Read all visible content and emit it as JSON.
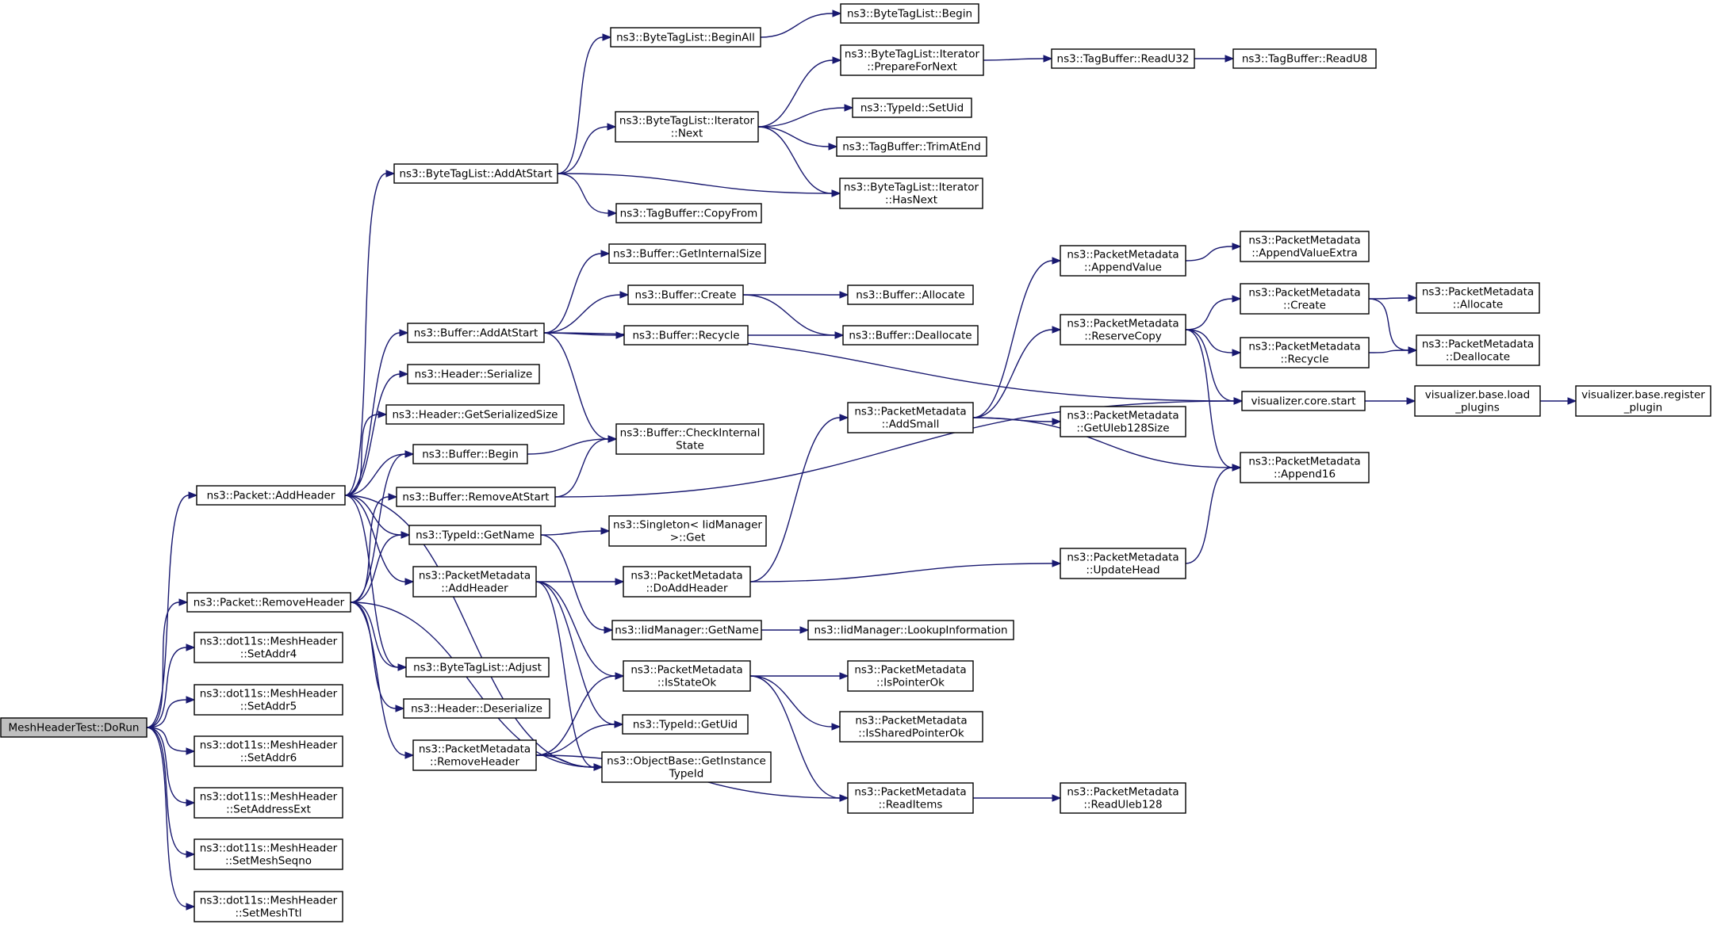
{
  "colors": {
    "edge": "#191970",
    "node_fill": "#ffffff",
    "root_fill": "#bfbfbf",
    "border": "#000000"
  },
  "nodes": [
    {
      "id": "dorun",
      "lines": [
        "MeshHeaderTest::DoRun"
      ],
      "root": true
    },
    {
      "id": "addheader",
      "lines": [
        "ns3::Packet::AddHeader"
      ]
    },
    {
      "id": "removeheader",
      "lines": [
        "ns3::Packet::RemoveHeader"
      ]
    },
    {
      "id": "setaddr4",
      "lines": [
        "ns3::dot11s::MeshHeader",
        "::SetAddr4"
      ]
    },
    {
      "id": "setaddr5",
      "lines": [
        "ns3::dot11s::MeshHeader",
        "::SetAddr5"
      ]
    },
    {
      "id": "setaddr6",
      "lines": [
        "ns3::dot11s::MeshHeader",
        "::SetAddr6"
      ]
    },
    {
      "id": "setaddressext",
      "lines": [
        "ns3::dot11s::MeshHeader",
        "::SetAddressExt"
      ]
    },
    {
      "id": "setmeshseqno",
      "lines": [
        "ns3::dot11s::MeshHeader",
        "::SetMeshSeqno"
      ]
    },
    {
      "id": "setmeshttl",
      "lines": [
        "ns3::dot11s::MeshHeader",
        "::SetMeshTtl"
      ]
    },
    {
      "id": "btl_addatstart",
      "lines": [
        "ns3::ByteTagList::AddAtStart"
      ]
    },
    {
      "id": "buf_addatstart",
      "lines": [
        "ns3::Buffer::AddAtStart"
      ]
    },
    {
      "id": "hdr_serialize",
      "lines": [
        "ns3::Header::Serialize"
      ]
    },
    {
      "id": "hdr_getsersize",
      "lines": [
        "ns3::Header::GetSerializedSize"
      ]
    },
    {
      "id": "buf_begin",
      "lines": [
        "ns3::Buffer::Begin"
      ]
    },
    {
      "id": "buf_removeatstart",
      "lines": [
        "ns3::Buffer::RemoveAtStart"
      ]
    },
    {
      "id": "typeid_getname",
      "lines": [
        "ns3::TypeId::GetName"
      ]
    },
    {
      "id": "pm_addheader",
      "lines": [
        "ns3::PacketMetadata",
        "::AddHeader"
      ]
    },
    {
      "id": "btl_adjust",
      "lines": [
        "ns3::ByteTagList::Adjust"
      ]
    },
    {
      "id": "hdr_deserialize",
      "lines": [
        "ns3::Header::Deserialize"
      ]
    },
    {
      "id": "pm_removeheader",
      "lines": [
        "ns3::PacketMetadata",
        "::RemoveHeader"
      ]
    },
    {
      "id": "btl_beginall",
      "lines": [
        "ns3::ByteTagList::BeginAll"
      ]
    },
    {
      "id": "btli_next",
      "lines": [
        "ns3::ByteTagList::Iterator",
        "::Next"
      ]
    },
    {
      "id": "tb_copyfrom",
      "lines": [
        "ns3::TagBuffer::CopyFrom"
      ]
    },
    {
      "id": "buf_getinternalsize",
      "lines": [
        "ns3::Buffer::GetInternalSize"
      ]
    },
    {
      "id": "buf_create",
      "lines": [
        "ns3::Buffer::Create"
      ]
    },
    {
      "id": "buf_recycle",
      "lines": [
        "ns3::Buffer::Recycle"
      ]
    },
    {
      "id": "buf_checkinternal",
      "lines": [
        "ns3::Buffer::CheckInternal",
        "State"
      ]
    },
    {
      "id": "singleton_get",
      "lines": [
        "ns3::Singleton< IidManager",
        ">::Get"
      ]
    },
    {
      "id": "pm_doaddheader",
      "lines": [
        "ns3::PacketMetadata",
        "::DoAddHeader"
      ]
    },
    {
      "id": "iid_getname",
      "lines": [
        "ns3::IidManager::GetName"
      ]
    },
    {
      "id": "pm_isstateok",
      "lines": [
        "ns3::PacketMetadata",
        "::IsStateOk"
      ]
    },
    {
      "id": "typeid_getuid",
      "lines": [
        "ns3::TypeId::GetUid"
      ]
    },
    {
      "id": "ob_getinstancetypeid",
      "lines": [
        "ns3::ObjectBase::GetInstance",
        "TypeId"
      ]
    },
    {
      "id": "btl_begin",
      "lines": [
        "ns3::ByteTagList::Begin"
      ]
    },
    {
      "id": "btli_preparefornext",
      "lines": [
        "ns3::ByteTagList::Iterator",
        "::PrepareForNext"
      ]
    },
    {
      "id": "typeid_setuid",
      "lines": [
        "ns3::TypeId::SetUid"
      ]
    },
    {
      "id": "tb_trimatend",
      "lines": [
        "ns3::TagBuffer::TrimAtEnd"
      ]
    },
    {
      "id": "btli_hasnext",
      "lines": [
        "ns3::ByteTagList::Iterator",
        "::HasNext"
      ]
    },
    {
      "id": "buf_allocate",
      "lines": [
        "ns3::Buffer::Allocate"
      ]
    },
    {
      "id": "buf_deallocate",
      "lines": [
        "ns3::Buffer::Deallocate"
      ]
    },
    {
      "id": "pm_addsmall",
      "lines": [
        "ns3::PacketMetadata",
        "::AddSmall"
      ]
    },
    {
      "id": "iid_lookupinfo",
      "lines": [
        "ns3::IidManager::LookupInformation"
      ]
    },
    {
      "id": "pm_ispointerok",
      "lines": [
        "ns3::PacketMetadata",
        "::IsPointerOk"
      ]
    },
    {
      "id": "pm_issharedpointerok",
      "lines": [
        "ns3::PacketMetadata",
        "::IsSharedPointerOk"
      ]
    },
    {
      "id": "pm_readitems",
      "lines": [
        "ns3::PacketMetadata",
        "::ReadItems"
      ]
    },
    {
      "id": "tb_readu32",
      "lines": [
        "ns3::TagBuffer::ReadU32"
      ]
    },
    {
      "id": "pm_appendvalue",
      "lines": [
        "ns3::PacketMetadata",
        "::AppendValue"
      ]
    },
    {
      "id": "pm_reservecopy",
      "lines": [
        "ns3::PacketMetadata",
        "::ReserveCopy"
      ]
    },
    {
      "id": "pm_getuleb128size",
      "lines": [
        "ns3::PacketMetadata",
        "::GetUleb128Size"
      ]
    },
    {
      "id": "pm_updatehead",
      "lines": [
        "ns3::PacketMetadata",
        "::UpdateHead"
      ]
    },
    {
      "id": "pm_readuleb128",
      "lines": [
        "ns3::PacketMetadata",
        "::ReadUleb128"
      ]
    },
    {
      "id": "tb_readu8",
      "lines": [
        "ns3::TagBuffer::ReadU8"
      ]
    },
    {
      "id": "pm_appendvalueextra",
      "lines": [
        "ns3::PacketMetadata",
        "::AppendValueExtra"
      ]
    },
    {
      "id": "pm_create",
      "lines": [
        "ns3::PacketMetadata",
        "::Create"
      ]
    },
    {
      "id": "pm_recycle",
      "lines": [
        "ns3::PacketMetadata",
        "::Recycle"
      ]
    },
    {
      "id": "viz_core_start",
      "lines": [
        "visualizer.core.start"
      ]
    },
    {
      "id": "pm_append16",
      "lines": [
        "ns3::PacketMetadata",
        "::Append16"
      ]
    },
    {
      "id": "pm_allocate",
      "lines": [
        "ns3::PacketMetadata",
        "::Allocate"
      ]
    },
    {
      "id": "pm_deallocate",
      "lines": [
        "ns3::PacketMetadata",
        "::Deallocate"
      ]
    },
    {
      "id": "viz_load_plugins",
      "lines": [
        "visualizer.base.load",
        "_plugins"
      ]
    },
    {
      "id": "viz_register_plugin",
      "lines": [
        "visualizer.base.register",
        "_plugin"
      ]
    }
  ],
  "edges": [
    [
      "dorun",
      "addheader"
    ],
    [
      "dorun",
      "removeheader"
    ],
    [
      "dorun",
      "setaddr4"
    ],
    [
      "dorun",
      "setaddr5"
    ],
    [
      "dorun",
      "setaddr6"
    ],
    [
      "dorun",
      "setaddressext"
    ],
    [
      "dorun",
      "setmeshseqno"
    ],
    [
      "dorun",
      "setmeshttl"
    ],
    [
      "addheader",
      "btl_addatstart"
    ],
    [
      "addheader",
      "buf_addatstart"
    ],
    [
      "addheader",
      "hdr_serialize"
    ],
    [
      "addheader",
      "hdr_getsersize"
    ],
    [
      "addheader",
      "buf_begin"
    ],
    [
      "addheader",
      "typeid_getname"
    ],
    [
      "addheader",
      "pm_addheader"
    ],
    [
      "addheader",
      "btl_adjust"
    ],
    [
      "addheader",
      "ob_getinstancetypeid"
    ],
    [
      "removeheader",
      "buf_begin"
    ],
    [
      "removeheader",
      "buf_removeatstart"
    ],
    [
      "removeheader",
      "typeid_getname"
    ],
    [
      "removeheader",
      "btl_adjust"
    ],
    [
      "removeheader",
      "hdr_deserialize"
    ],
    [
      "removeheader",
      "pm_removeheader"
    ],
    [
      "removeheader",
      "ob_getinstancetypeid"
    ],
    [
      "btl_addatstart",
      "btl_beginall"
    ],
    [
      "btl_addatstart",
      "btli_next"
    ],
    [
      "btl_addatstart",
      "tb_copyfrom"
    ],
    [
      "btl_addatstart",
      "btli_hasnext"
    ],
    [
      "btl_beginall",
      "btl_begin"
    ],
    [
      "btli_next",
      "btli_preparefornext"
    ],
    [
      "btli_next",
      "typeid_setuid"
    ],
    [
      "btli_next",
      "tb_trimatend"
    ],
    [
      "btli_next",
      "btli_hasnext"
    ],
    [
      "btli_preparefornext",
      "tb_readu32"
    ],
    [
      "tb_readu32",
      "tb_readu8"
    ],
    [
      "buf_addatstart",
      "buf_getinternalsize"
    ],
    [
      "buf_addatstart",
      "buf_create"
    ],
    [
      "buf_addatstart",
      "buf_recycle"
    ],
    [
      "buf_addatstart",
      "buf_checkinternal"
    ],
    [
      "buf_addatstart",
      "viz_core_start"
    ],
    [
      "buf_create",
      "buf_allocate"
    ],
    [
      "buf_create",
      "buf_deallocate"
    ],
    [
      "buf_recycle",
      "buf_deallocate"
    ],
    [
      "buf_begin",
      "buf_checkinternal"
    ],
    [
      "buf_removeatstart",
      "buf_checkinternal"
    ],
    [
      "buf_removeatstart",
      "viz_core_start"
    ],
    [
      "typeid_getname",
      "singleton_get"
    ],
    [
      "typeid_getname",
      "iid_getname"
    ],
    [
      "pm_addheader",
      "pm_doaddheader"
    ],
    [
      "pm_addheader",
      "pm_isstateok"
    ],
    [
      "pm_addheader",
      "typeid_getuid"
    ],
    [
      "pm_addheader",
      "ob_getinstancetypeid"
    ],
    [
      "pm_removeheader",
      "pm_isstateok"
    ],
    [
      "pm_removeheader",
      "typeid_getuid"
    ],
    [
      "pm_removeheader",
      "ob_getinstancetypeid"
    ],
    [
      "pm_removeheader",
      "pm_readitems"
    ],
    [
      "pm_doaddheader",
      "pm_addsmall"
    ],
    [
      "pm_doaddheader",
      "pm_updatehead"
    ],
    [
      "iid_getname",
      "iid_lookupinfo"
    ],
    [
      "pm_isstateok",
      "pm_ispointerok"
    ],
    [
      "pm_isstateok",
      "pm_issharedpointerok"
    ],
    [
      "pm_isstateok",
      "pm_readitems"
    ],
    [
      "pm_readitems",
      "pm_readuleb128"
    ],
    [
      "pm_addsmall",
      "pm_appendvalue"
    ],
    [
      "pm_addsmall",
      "pm_reservecopy"
    ],
    [
      "pm_addsmall",
      "pm_getuleb128size"
    ],
    [
      "pm_addsmall",
      "pm_append16"
    ],
    [
      "pm_appendvalue",
      "pm_appendvalueextra"
    ],
    [
      "pm_reservecopy",
      "pm_create"
    ],
    [
      "pm_reservecopy",
      "pm_recycle"
    ],
    [
      "pm_reservecopy",
      "viz_core_start"
    ],
    [
      "pm_reservecopy",
      "pm_append16"
    ],
    [
      "pm_updatehead",
      "pm_append16"
    ],
    [
      "pm_create",
      "pm_allocate"
    ],
    [
      "pm_create",
      "pm_deallocate"
    ],
    [
      "pm_recycle",
      "pm_deallocate"
    ],
    [
      "viz_core_start",
      "viz_load_plugins"
    ],
    [
      "viz_load_plugins",
      "viz_register_plugin"
    ]
  ]
}
